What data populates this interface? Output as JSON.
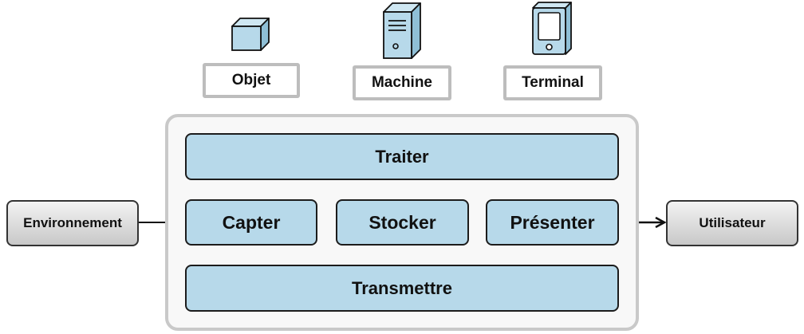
{
  "devices": {
    "objet": {
      "label": "Objet",
      "icon": "cube-icon"
    },
    "machine": {
      "label": "Machine",
      "icon": "server-tower-icon"
    },
    "terminal": {
      "label": "Terminal",
      "icon": "smartphone-icon"
    }
  },
  "blocks": {
    "traiter": "Traiter",
    "capter": "Capter",
    "stocker": "Stocker",
    "presenter": "Présenter",
    "transmettre": "Transmettre"
  },
  "external": {
    "input": "Environnement",
    "output": "Utilisateur"
  },
  "colors": {
    "block_fill": "#b7d9ea",
    "icon_fill": "#b7d9ea",
    "frame_gray": "#c9c9c9"
  }
}
